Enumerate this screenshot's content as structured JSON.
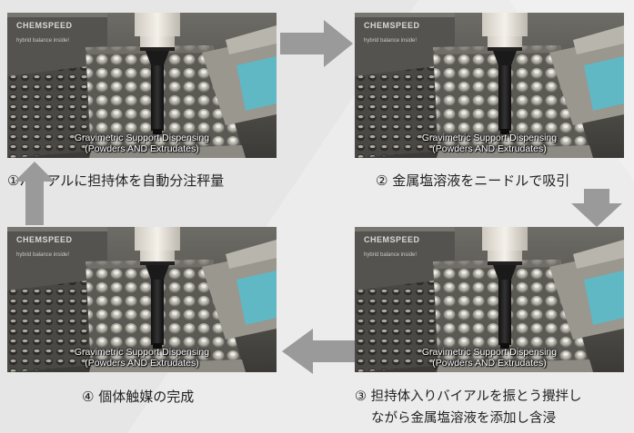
{
  "panels": [
    {
      "brand": "CHEMSPEED",
      "brand_sub": "hybrid balance inside!",
      "caption_line1": "Gravimetric Support Dispensing",
      "caption_line2": "(Powders AND Extrudates)"
    },
    {
      "brand": "CHEMSPEED",
      "brand_sub": "hybrid balance inside!",
      "caption_line1": "Gravimetric Support Dispensing",
      "caption_line2": "(Powders AND Extrudates)"
    },
    {
      "brand": "CHEMSPEED",
      "brand_sub": "hybrid balance inside!",
      "caption_line1": "Gravimetric Support Dispensing",
      "caption_line2": "(Powders AND Extrudates)"
    },
    {
      "brand": "CHEMSPEED",
      "brand_sub": "hybrid balance inside!",
      "caption_line1": "Gravimetric Support Dispensing",
      "caption_line2": "(Powders AND Extrudates)"
    }
  ],
  "steps": {
    "step1": "①バイアルに担持体を自動分注秤量",
    "step2": "② 金属塩溶液をニードルで吸引",
    "step3_line1": "③ 担持体入りバイアルを振とう攪拌し",
    "step3_line2": "ながら金属塩溶液を添加し含浸",
    "step4": "④ 個体触媒の完成"
  },
  "colors": {
    "background": "#e6e6e6",
    "arrow": "#9a9a9a",
    "label_text": "#222222",
    "tray_teal": "#5fb8c4"
  }
}
